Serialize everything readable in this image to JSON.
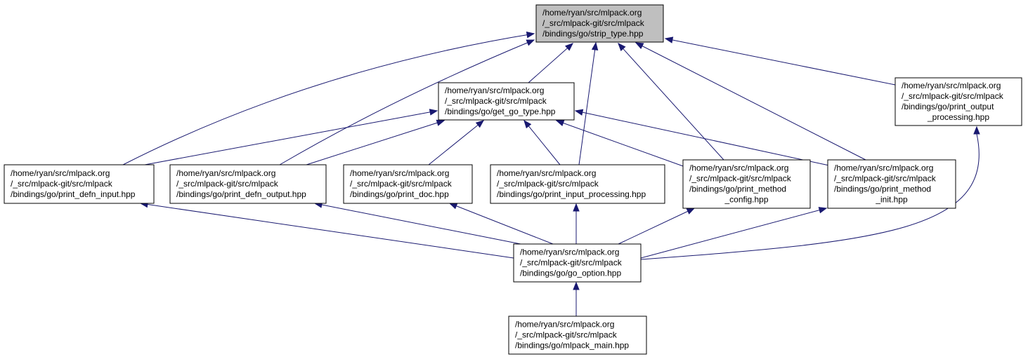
{
  "nodes": [
    {
      "id": "strip_type",
      "lines": [
        "/home/ryan/src/mlpack.org",
        "/_src/mlpack-git/src/mlpack",
        "/bindings/go/strip_type.hpp"
      ],
      "highlighted": true
    },
    {
      "id": "get_go_type",
      "lines": [
        "/home/ryan/src/mlpack.org",
        "/_src/mlpack-git/src/mlpack",
        "/bindings/go/get_go_type.hpp"
      ]
    },
    {
      "id": "print_output_processing",
      "lines": [
        "/home/ryan/src/mlpack.org",
        "/_src/mlpack-git/src/mlpack",
        "/bindings/go/print_output",
        "_processing.hpp"
      ]
    },
    {
      "id": "print_defn_input",
      "lines": [
        "/home/ryan/src/mlpack.org",
        "/_src/mlpack-git/src/mlpack",
        "/bindings/go/print_defn_input.hpp"
      ]
    },
    {
      "id": "print_defn_output",
      "lines": [
        "/home/ryan/src/mlpack.org",
        "/_src/mlpack-git/src/mlpack",
        "/bindings/go/print_defn_output.hpp"
      ]
    },
    {
      "id": "print_doc",
      "lines": [
        "/home/ryan/src/mlpack.org",
        "/_src/mlpack-git/src/mlpack",
        "/bindings/go/print_doc.hpp"
      ]
    },
    {
      "id": "print_input_processing",
      "lines": [
        "/home/ryan/src/mlpack.org",
        "/_src/mlpack-git/src/mlpack",
        "/bindings/go/print_input_processing.hpp"
      ]
    },
    {
      "id": "print_method_config",
      "lines": [
        "/home/ryan/src/mlpack.org",
        "/_src/mlpack-git/src/mlpack",
        "/bindings/go/print_method",
        "_config.hpp"
      ]
    },
    {
      "id": "print_method_init",
      "lines": [
        "/home/ryan/src/mlpack.org",
        "/_src/mlpack-git/src/mlpack",
        "/bindings/go/print_method",
        "_init.hpp"
      ]
    },
    {
      "id": "go_option",
      "lines": [
        "/home/ryan/src/mlpack.org",
        "/_src/mlpack-git/src/mlpack",
        "/bindings/go/go_option.hpp"
      ]
    },
    {
      "id": "mlpack_main",
      "lines": [
        "/home/ryan/src/mlpack.org",
        "/_src/mlpack-git/src/mlpack",
        "/bindings/go/mlpack_main.hpp"
      ]
    }
  ],
  "edges": [
    {
      "from": "get_go_type",
      "to": "strip_type"
    },
    {
      "from": "print_output_processing",
      "to": "strip_type"
    },
    {
      "from": "print_defn_input",
      "to": "strip_type"
    },
    {
      "from": "print_defn_output",
      "to": "strip_type"
    },
    {
      "from": "print_input_processing",
      "to": "strip_type"
    },
    {
      "from": "print_method_config",
      "to": "strip_type"
    },
    {
      "from": "print_method_init",
      "to": "strip_type"
    },
    {
      "from": "print_defn_input",
      "to": "get_go_type"
    },
    {
      "from": "print_defn_output",
      "to": "get_go_type"
    },
    {
      "from": "print_doc",
      "to": "get_go_type"
    },
    {
      "from": "print_input_processing",
      "to": "get_go_type"
    },
    {
      "from": "print_method_config",
      "to": "get_go_type"
    },
    {
      "from": "print_method_init",
      "to": "get_go_type"
    },
    {
      "from": "go_option",
      "to": "print_defn_input"
    },
    {
      "from": "go_option",
      "to": "print_defn_output"
    },
    {
      "from": "go_option",
      "to": "print_doc"
    },
    {
      "from": "go_option",
      "to": "print_input_processing"
    },
    {
      "from": "go_option",
      "to": "print_method_config"
    },
    {
      "from": "go_option",
      "to": "print_method_init"
    },
    {
      "from": "go_option",
      "to": "print_output_processing"
    },
    {
      "from": "mlpack_main",
      "to": "go_option"
    }
  ],
  "colors": {
    "edge": "#191970",
    "node_fill": "#ffffff",
    "highlight_fill": "#bfbfbf",
    "border": "#000000"
  }
}
